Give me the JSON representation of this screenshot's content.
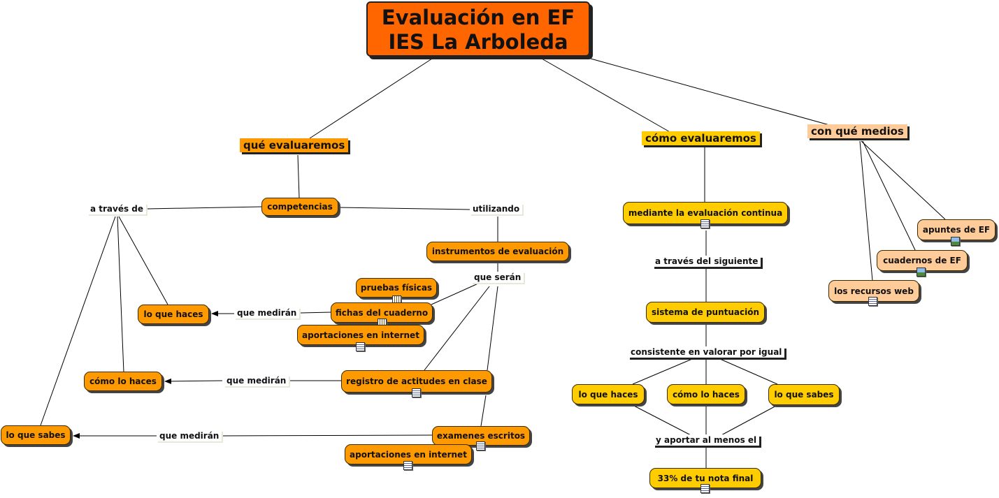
{
  "title": {
    "line1": "Evaluación en EF",
    "line2": "IES La Arboleda"
  },
  "headers": {
    "que": "qué evaluaremos",
    "como": "cómo evaluaremos",
    "medios": "con qué medios"
  },
  "left": {
    "competencias": "competencias",
    "a_traves_de": "a través de",
    "utilizando": "utilizando",
    "instrumentos": "instrumentos de evaluación",
    "que_seran": "que serán",
    "pruebas": "pruebas físicas",
    "fichas": "fichas del cuaderno",
    "aportaciones1": "aportaciones en internet",
    "registro": "registro de actitudes en clase",
    "examenes": "examenes escritos",
    "aportaciones2": "aportaciones en internet",
    "lo_que_haces": "lo que haces",
    "como_lo_haces": "cómo lo haces",
    "lo_que_sabes": "lo que sabes",
    "que_mediran1": "que medirán",
    "que_mediran2": "que medirán",
    "que_mediran3": "que medirán"
  },
  "middle": {
    "continua": "mediante la evaluación continua",
    "a_traves_siguiente": "a través del siguiente",
    "sistema": "sistema de puntuación",
    "consistente": "consistente en valorar por igual",
    "lo_que_haces": "lo que haces",
    "como_lo_haces": "cómo lo haces",
    "lo_que_sabes": "lo que sabes",
    "aportar": "y aportar al menos el",
    "nota": "33% de tu nota final"
  },
  "right": {
    "apuntes": "apuntes de EF",
    "cuadernos": "cuadernos de EF",
    "recursos": "los recursos web"
  },
  "colors": {
    "title": "#ff6600",
    "orange": "#ff9900",
    "yellow": "#ffcc00",
    "peach": "#ffcc99"
  }
}
